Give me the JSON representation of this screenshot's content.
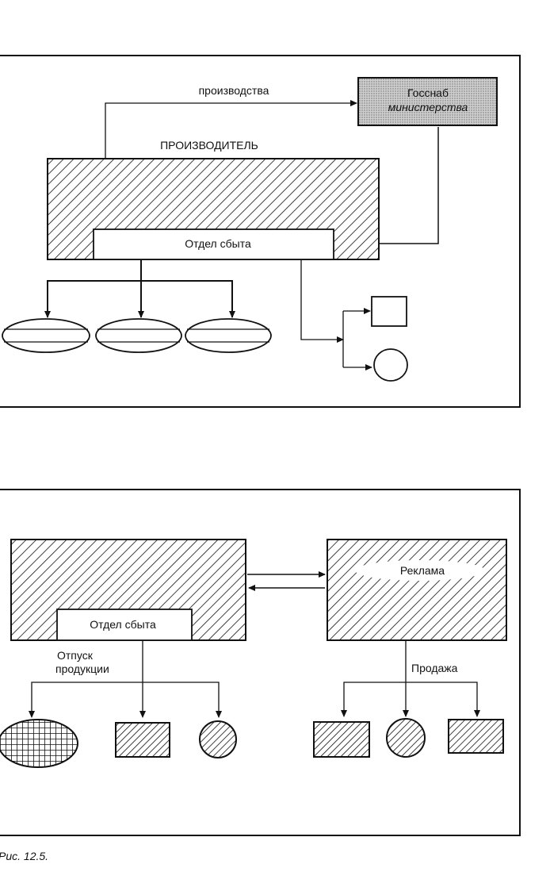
{
  "figure": {
    "caption": "Рис. 12.5."
  },
  "top_diagram": {
    "arrow_label": "производства",
    "supplier_box": {
      "line1": "Госснаб",
      "line2": "министерства"
    },
    "producer_label": "ПРОИЗВОДИТЕЛЬ",
    "sales_dept": "Отдел сбыта"
  },
  "bottom_diagram": {
    "sales_dept": "Отдел сбыта",
    "advertising": "Реклама",
    "release_label_line1": "Отпуск",
    "release_label_line2": "продукции",
    "sale_label": "Продажа"
  }
}
